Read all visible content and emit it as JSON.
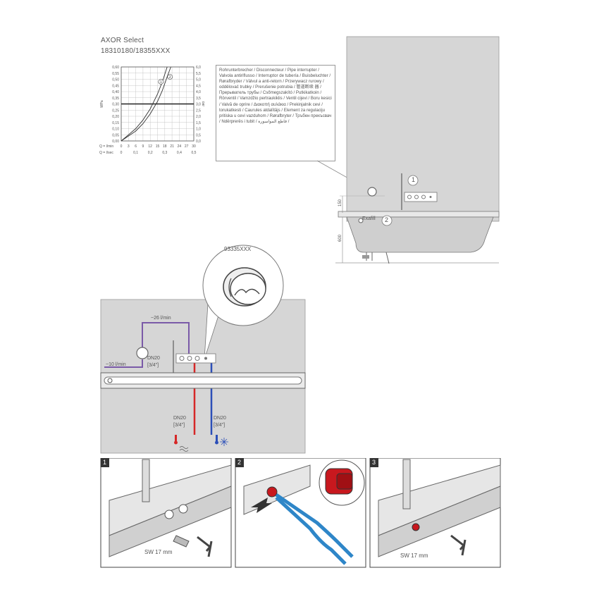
{
  "header": {
    "brand": "AXOR Select",
    "model": "18310180/18355XXX"
  },
  "chart_data": {
    "type": "line",
    "y_left": {
      "unit": "MPa",
      "ticks": [
        "0,60",
        "0,55",
        "0,50",
        "0,45",
        "0,40",
        "0,35",
        "0,30",
        "0,25",
        "0,20",
        "0,15",
        "0,10",
        "0,05",
        "0,00"
      ]
    },
    "y_right": {
      "unit": "bar",
      "ticks": [
        "6,0",
        "5,5",
        "5,0",
        "4,5",
        "4,0",
        "3,5",
        "3,0",
        "2,5",
        "2,0",
        "1,5",
        "1,0",
        "0,5",
        "0,0"
      ]
    },
    "x_lmin": {
      "label": "Q = l/min",
      "ticks": [
        "0",
        "3",
        "6",
        "9",
        "12",
        "15",
        "18",
        "21",
        "24",
        "27",
        "30"
      ]
    },
    "x_ls": {
      "label": "Q = l/sec",
      "ticks": [
        "0",
        "0,1",
        "0,2",
        "0,3",
        "0,4",
        "0,5"
      ]
    },
    "ylim": [
      0,
      0.6
    ],
    "xlim": [
      0,
      30
    ],
    "reference_line_mpa": 0.3,
    "series": [
      {
        "name": "1",
        "points": [
          [
            0,
            0
          ],
          [
            3,
            0.05
          ],
          [
            6,
            0.1
          ],
          [
            9,
            0.17
          ],
          [
            12,
            0.26
          ],
          [
            15,
            0.38
          ],
          [
            17,
            0.48
          ],
          [
            19,
            0.6
          ]
        ]
      },
      {
        "name": "2",
        "points": [
          [
            0,
            0
          ],
          [
            3,
            0.04
          ],
          [
            6,
            0.08
          ],
          [
            9,
            0.14
          ],
          [
            12,
            0.22
          ],
          [
            15,
            0.32
          ],
          [
            17,
            0.41
          ],
          [
            19,
            0.52
          ],
          [
            20.5,
            0.6
          ]
        ]
      }
    ],
    "grid": true
  },
  "note": {
    "text": "Rohrunterbrecher / Disconnecteur / Pipe interrupter / Valvola antiriflusso / Interruptor de tubería / Buisbeluchter / Rørafbryder / Válvul a anti-retorn / Przerywacz rurowy / oddělovač trubky / Prerušenie potrubia / 管道断续 器 / Прерыватель трубы / Csőmegszakító / Putkikatkoin / Rörventil / Vamzdžio pertraukiklis / Ventil cijevi / Boru kesici / Valvă de oprire / Διακοπή αυλάκια / Prekinjalnik cevi / torukatkesti / Caurules atdalītājs / Element za regulaciju pritiska u cevi vazduhom / Rørafbryter / Тръбен прекъсвач / Ndërprerës i tubit / قاطع المواسورة /"
  },
  "installation": {
    "callout_1": "1",
    "callout_2": "2",
    "exafill": "Exafill",
    "dim_150": "150",
    "dim_600": "600"
  },
  "detail": {
    "part_number": "93335XXX",
    "flow_top": "~26 l/min",
    "flow_left": "~10 l/min",
    "pipe_dn": "DN20",
    "pipe_inch": "[3/4\"]",
    "hot_dn": "DN20",
    "hot_inch": "[3/4\"]",
    "cold_dn": "DN20",
    "cold_inch": "[3/4\"]"
  },
  "steps": [
    {
      "num": "1",
      "caption": "SW 17 mm"
    },
    {
      "num": "2",
      "caption": ""
    },
    {
      "num": "3",
      "caption": "SW 17 mm"
    }
  ],
  "colors": {
    "wall_gray": "#d6d6d6",
    "hot": "#d62828",
    "cold": "#2c4fb8",
    "purple_pipe": "#7a5aa8",
    "cap_red": "#c8181e",
    "plier_blue": "#2e86c8"
  }
}
